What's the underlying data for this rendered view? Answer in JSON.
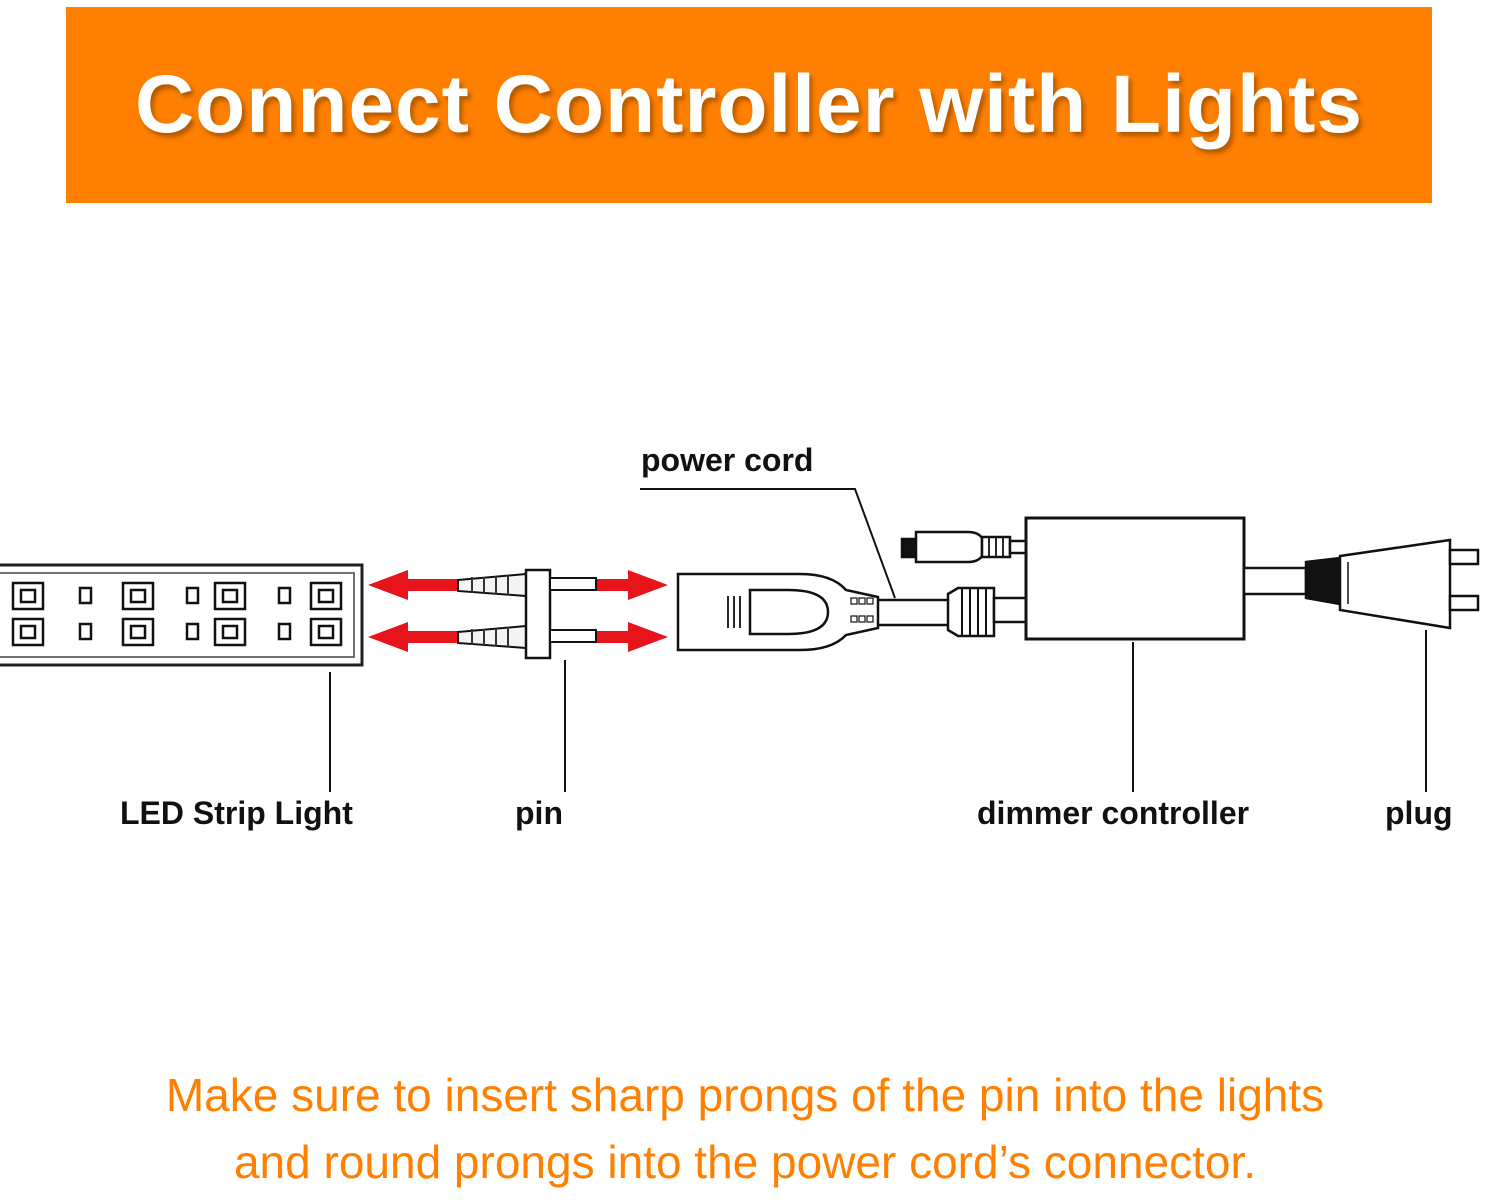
{
  "banner": {
    "title": "Connect Controller with Lights",
    "background": "#ff8000",
    "text_color": "#ffffff"
  },
  "labels": {
    "power_cord": "power cord",
    "led_strip": "LED Strip Light",
    "pin": "pin",
    "dimmer": "dimmer controller",
    "plug": "plug"
  },
  "arrows": {
    "color": "#e8141b",
    "meaning": "insert"
  },
  "note": {
    "line1": "Make sure to insert sharp prongs of the pin into the lights",
    "line2": "and round prongs into the power cord’s connector.",
    "color": "#ff8000"
  }
}
